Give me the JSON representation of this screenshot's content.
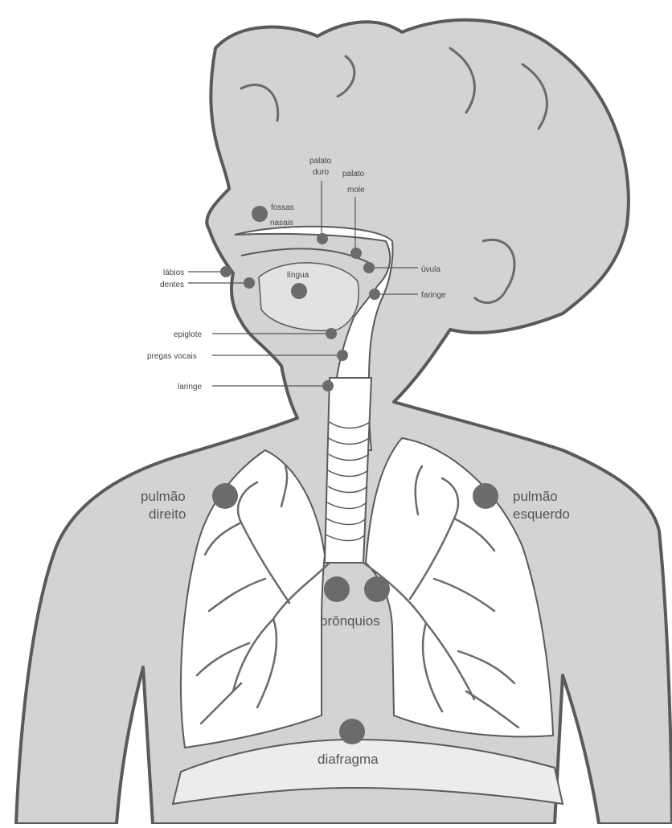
{
  "labels": {
    "palato_duro": [
      "palato",
      "duro"
    ],
    "palato_mole": [
      "palato",
      "mole"
    ],
    "fossas_nasais": [
      "fossas",
      "nasais"
    ],
    "labios": "lábios",
    "dentes": "dentes",
    "lingua": "língua",
    "uvula": "úvula",
    "faringe": "faringe",
    "epiglote": "epiglote",
    "pregas_vocais": "pregas vocais",
    "laringe": "laringe",
    "pulmao_direito": [
      "pulmão",
      "direito"
    ],
    "pulmao_esquerdo": [
      "pulmão",
      "esquerdo"
    ],
    "bronquios": "brônquios",
    "diafragma": "diafragma"
  },
  "colors": {
    "body": "#d3d3d3",
    "outline": "#5a5a5a",
    "marker": "#6b6b6b",
    "organ_fill": "#ffffff",
    "leader": "#555555"
  }
}
